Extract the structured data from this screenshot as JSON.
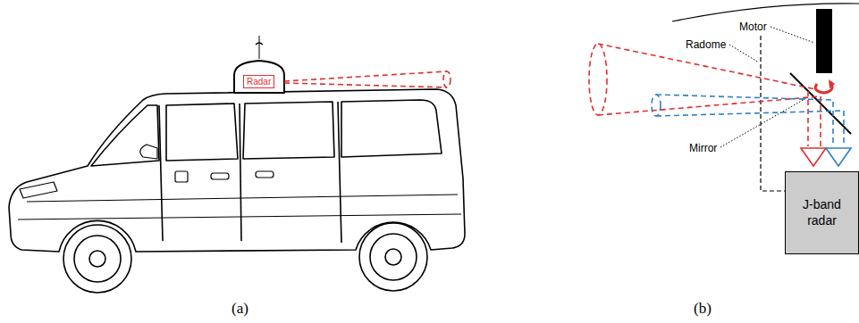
{
  "diagram": {
    "nodes": [
      {
        "text": [
          "Radar"
        ]
      },
      {
        "text": [
          "J-band radar"
        ]
      }
    ],
    "labels": [
      "Motor",
      "Radome",
      "Mirror",
      "(a)",
      "(b)"
    ]
  }
}
